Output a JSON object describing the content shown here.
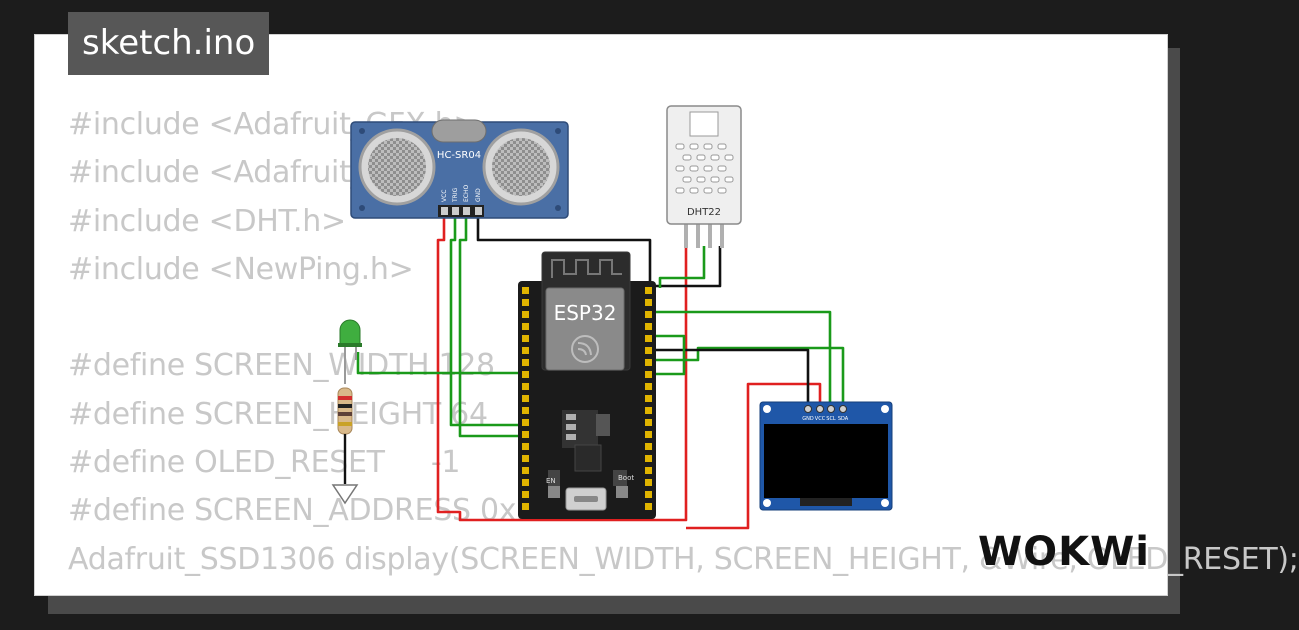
{
  "tab": {
    "filename": "sketch.ino"
  },
  "code": {
    "lines": [
      "#include <Adafruit_GFX.h>",
      "#include <Adafruit_SSD1306.h>",
      "#include <DHT.h>",
      "#include <NewPing.h>",
      "",
      "#define SCREEN_WIDTH 128",
      "#define SCREEN_HEIGHT 64",
      "#define OLED_RESET     -1",
      "#define SCREEN_ADDRESS 0x3C",
      "Adafruit_SSD1306 display(SCREEN_WIDTH, SCREEN_HEIGHT, &Wire, OLED_RESET);"
    ]
  },
  "components": {
    "ultrasonic": {
      "label": "HC-SR04",
      "pins": [
        "VCC",
        "TRIG",
        "ECHO",
        "GND"
      ]
    },
    "dht": {
      "label": "DHT22"
    },
    "esp32": {
      "label": "ESP32",
      "en_label": "EN",
      "boot_label": "Boot"
    },
    "oled": {
      "pins": [
        "GND",
        "VCC",
        "SCL",
        "SDA"
      ]
    }
  },
  "brand": {
    "logo_text": "WOKWi"
  },
  "colors": {
    "background": "#1c1c1c",
    "card": "#ffffff",
    "tab": "#575757",
    "code_text": "#c8c8c8",
    "wire_red": "#e02020",
    "wire_green": "#1a9a1a",
    "wire_black": "#111111",
    "sensor_blue": "#4a6fa5",
    "oled_blue": "#1f57a8"
  }
}
